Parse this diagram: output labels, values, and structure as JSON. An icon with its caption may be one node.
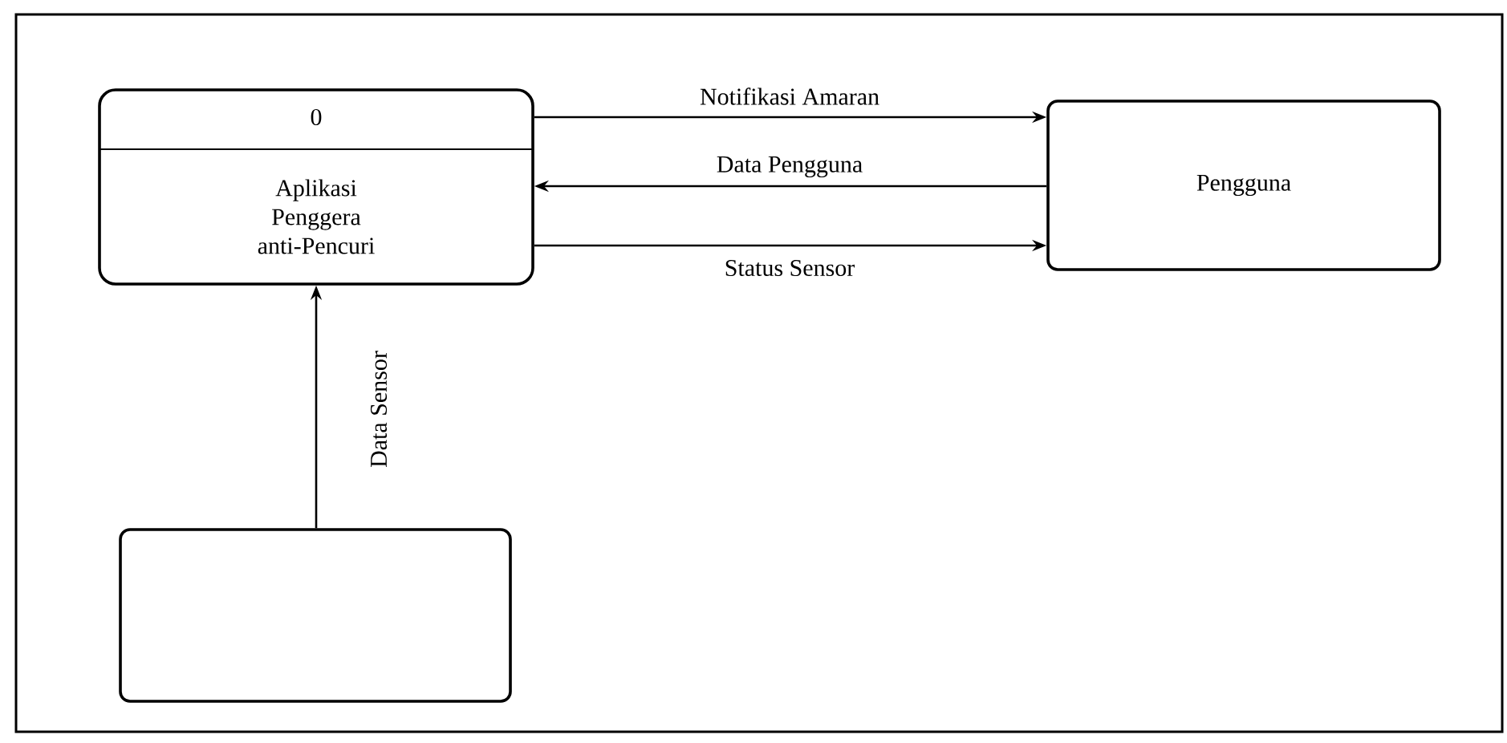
{
  "diagram": {
    "nodes": [
      {
        "text": [
          "0",
          "Aplikasi Penggera anti-Pencuri"
        ]
      },
      {
        "text": [
          "Pengguna"
        ]
      },
      {
        "text": [],
        "shape": "box"
      }
    ],
    "edges": [
      {
        "from": 0,
        "to": 1,
        "arrow": "to",
        "label": "Notifikasi Amaran"
      },
      {
        "from": 1,
        "to": 0,
        "arrow": "to",
        "label": "Data Pengguna"
      },
      {
        "from": 0,
        "to": 1,
        "arrow": "to",
        "label": "Status Sensor"
      },
      {
        "from": 2,
        "to": 0,
        "arrow": "to",
        "label": "Data Sensor"
      }
    ]
  }
}
